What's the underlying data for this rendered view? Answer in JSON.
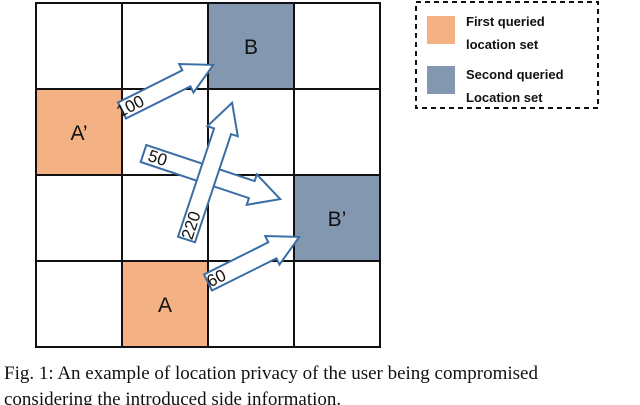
{
  "grid": {
    "rows": 4,
    "cols": 4,
    "colors": {
      "first": "#F4B183",
      "second": "#8497B0",
      "empty": "#ffffff",
      "border": "#111111"
    },
    "cells": [
      {
        "row": 0,
        "col": 2,
        "set": "second",
        "label": "B"
      },
      {
        "row": 1,
        "col": 0,
        "set": "first",
        "label": "A’"
      },
      {
        "row": 2,
        "col": 3,
        "set": "second",
        "label": "B’"
      },
      {
        "row": 3,
        "col": 1,
        "set": "first",
        "label": "A"
      }
    ]
  },
  "arrows": [
    {
      "from": "A’",
      "to": "B",
      "label": "100"
    },
    {
      "from": "A’",
      "to": "B’",
      "label": "50"
    },
    {
      "from": "A",
      "to": "B",
      "label": "220"
    },
    {
      "from": "A",
      "to": "B’",
      "label": "60"
    }
  ],
  "legend": {
    "items": [
      {
        "set": "first",
        "line1": "First queried",
        "line2": "location set"
      },
      {
        "set": "second",
        "line1": "Second queried",
        "line2": "Location set"
      }
    ]
  },
  "caption": "Fig. 1: An example of location privacy of the user being compromised\nconsidering the introduced side information."
}
